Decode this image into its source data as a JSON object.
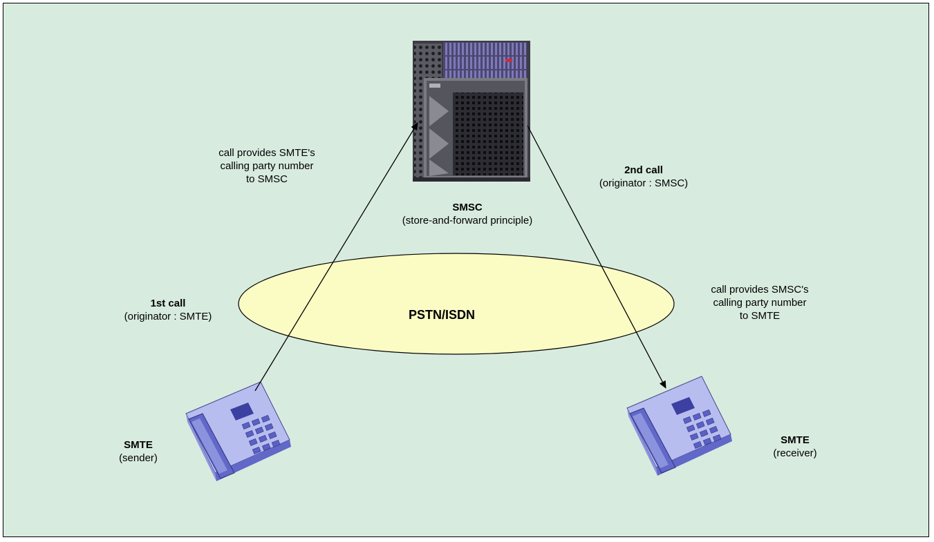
{
  "colors": {
    "background": "#d8ebdf",
    "network_fill": "#fbfbc4",
    "phone_body": "#b8bdf0",
    "phone_dark": "#6168c8",
    "server_dark": "#4a4a52"
  },
  "network": {
    "label": "PSTN/ISDN"
  },
  "smsc": {
    "title": "SMSC",
    "subtitle": "(store-and-forward principle)",
    "icon": "server-icon"
  },
  "sender": {
    "title": "SMTE",
    "subtitle": "(sender)",
    "icon": "telephone-icon"
  },
  "receiver": {
    "title": "SMTE",
    "subtitle": "(receiver)",
    "icon": "telephone-icon"
  },
  "first_call": {
    "title": "1st call",
    "subtitle": "(originator : SMTE)"
  },
  "second_call": {
    "title": "2nd call",
    "subtitle": "(originator : SMSC)"
  },
  "note_left": {
    "line1": "call provides SMTE's",
    "line2": "calling party number",
    "line3": "to SMSC"
  },
  "note_right": {
    "line1": "call provides SMSC's",
    "line2": "calling party number",
    "line3": "to SMTE"
  }
}
